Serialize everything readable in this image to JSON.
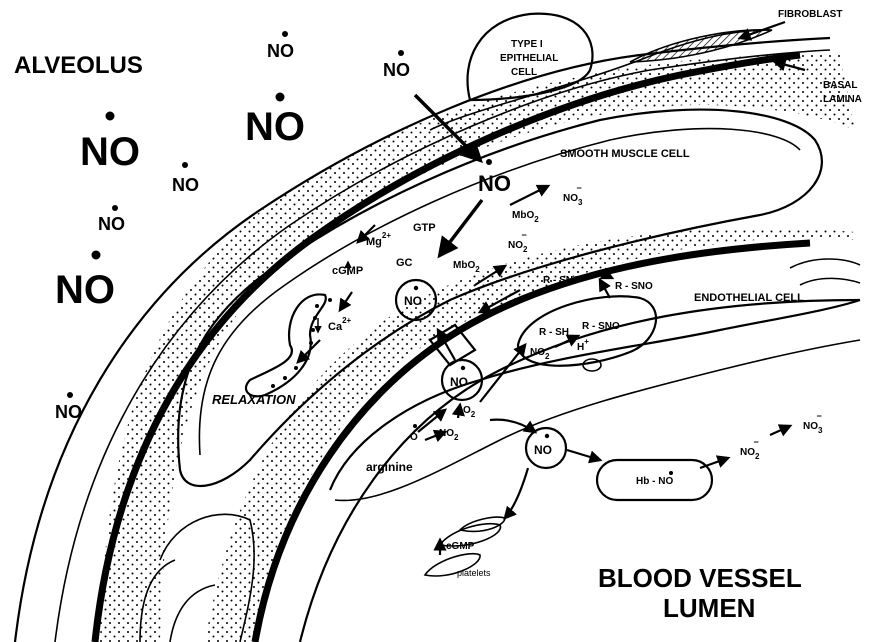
{
  "labels": {
    "alveolus": "ALVEOLUS",
    "blood_vessel_lumen_line1": "BLOOD VESSEL",
    "blood_vessel_lumen_line2": "LUMEN",
    "fibroblast": "FIBROBLAST",
    "basal_lamina_line1": "BASAL",
    "basal_lamina_line2": "LAMINA",
    "type1_cell_line1": "TYPE I",
    "type1_cell_line2": "EPITHELIAL",
    "type1_cell_line3": "CELL",
    "smooth_muscle_cell": "SMOOTH MUSCLE CELL",
    "endothelial_cell": "ENDOTHELIAL CELL",
    "relaxation": "RELAXATION",
    "no_radical": "NO",
    "no2_minus": "NO",
    "no3_minus": "NO",
    "mbo2": "MbO",
    "gtp": "GTP",
    "gc": "GC",
    "mg": "Mg",
    "cgmp": "cGMP",
    "ca": "Ca",
    "rsno": "R - SNO",
    "rsh": "R - SH",
    "h_plus": "H",
    "o2": "O",
    "o_atom": "O",
    "arginine": "arginine",
    "hb_no": "Hb - NO",
    "platelets": "platelets",
    "sub_2": "2",
    "sub_3": "3",
    "sup_2plus": "2+",
    "sup_plus": "+",
    "sup_minus": "−"
  },
  "colors": {
    "ink": "#000000",
    "background": "#ffffff"
  }
}
